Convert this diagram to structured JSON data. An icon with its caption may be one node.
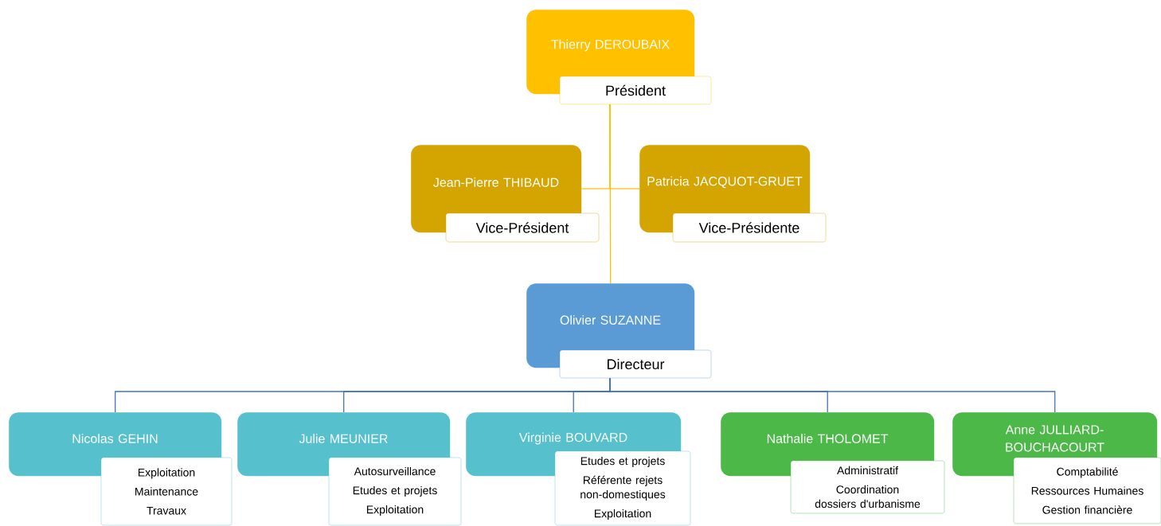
{
  "diagram": {
    "nodes": [
      {
        "text": [
          "Thierry DEROUBAIX",
          "Président"
        ]
      },
      {
        "text": [
          "Jean-Pierre THIBAUD",
          "Vice-Président"
        ]
      },
      {
        "text": [
          "Patricia JACQUOT-GRUET",
          "Vice-Présidente"
        ]
      },
      {
        "text": [
          "Olivier SUZANNE",
          "Directeur"
        ]
      },
      {
        "text": [
          "Nicolas GEHIN",
          "Exploitation",
          "Maintenance",
          "Travaux"
        ]
      },
      {
        "text": [
          "Julie MEUNIER",
          "Autosurveillance",
          "Etudes et projets",
          "Exploitation"
        ]
      },
      {
        "text": [
          "Virginie BOUVARD",
          "Etudes et projets",
          "Référente rejets non-domestiques",
          "Exploitation"
        ]
      },
      {
        "text": [
          "Nathalie THOLOMET",
          "Administratif",
          "Coordination dossiers d'urbanisme"
        ]
      },
      {
        "text": [
          "Anne JULLIARD-BOUCHACOURT",
          "Comptabilité",
          "Ressources Humaines",
          "Gestion financière"
        ]
      }
    ],
    "edges": [
      {
        "from": 0,
        "to": 1,
        "arrow": "none",
        "color": "#ffc000"
      },
      {
        "from": 0,
        "to": 2,
        "arrow": "none",
        "color": "#ffc000"
      },
      {
        "from": 0,
        "to": 3,
        "arrow": "none",
        "color": "#ffc000"
      },
      {
        "from": 3,
        "to": 4,
        "arrow": "none"
      },
      {
        "from": 3,
        "to": 5,
        "arrow": "none"
      },
      {
        "from": 3,
        "to": 6,
        "arrow": "none"
      },
      {
        "from": 3,
        "to": 7,
        "arrow": "none"
      },
      {
        "from": 3,
        "to": 8,
        "arrow": "none"
      }
    ]
  }
}
